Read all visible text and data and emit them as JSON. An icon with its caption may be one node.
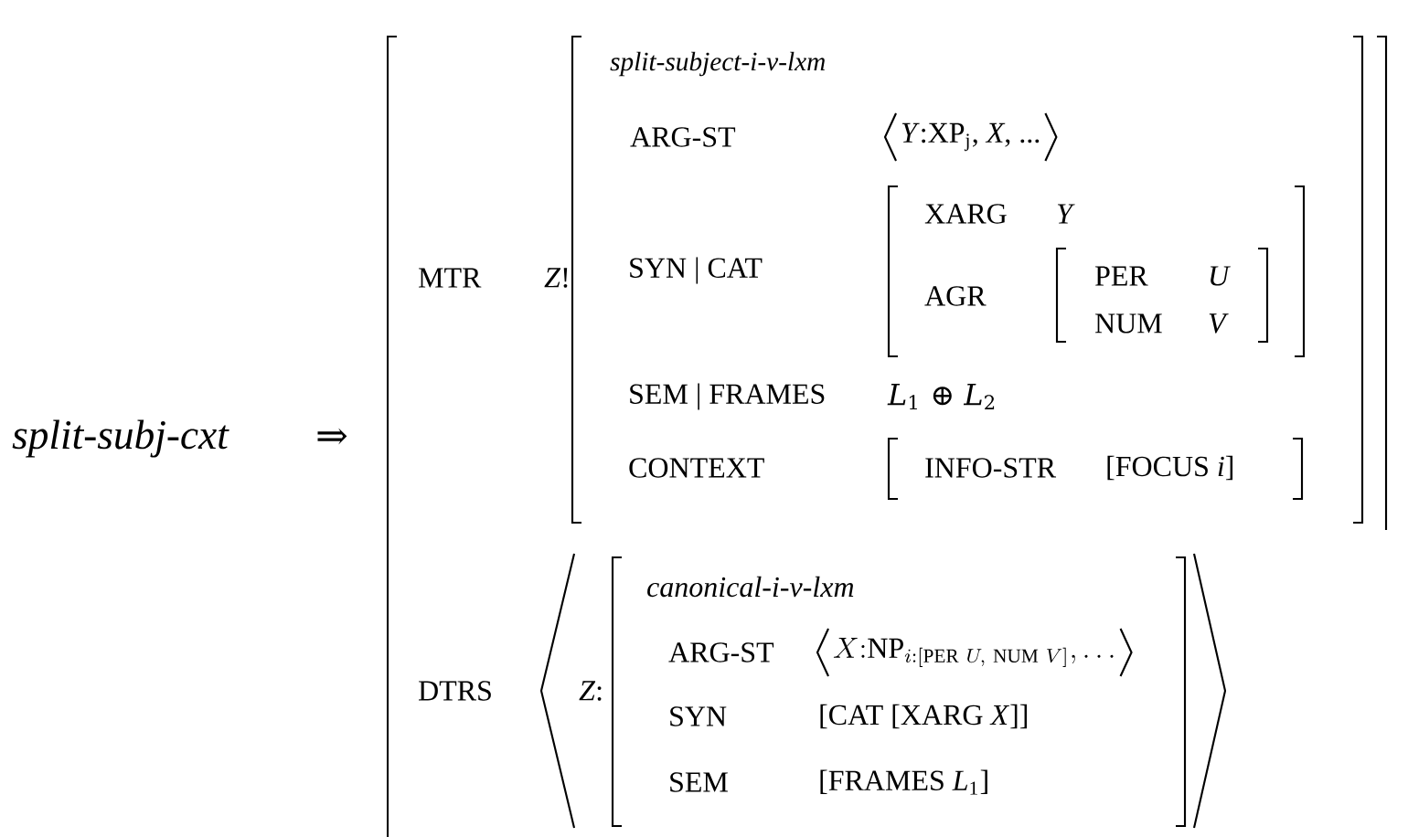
{
  "diagram": {
    "labels": [
      "split-subj-cxt",
      "⇒",
      "MTR",
      "*Z*!",
      "split-subject-i-v-lxm",
      "ARG-ST",
      "*Y*:XP$_{j}$, *X*, ...",
      "SYN | CAT",
      "XARG",
      "Y",
      "AGR",
      "PER",
      "U",
      "NUM",
      "V",
      "SEM | FRAMES",
      "*L*$_{1}$ ⊕ *L*$_{2}$",
      "CONTEXT",
      "INFO-STR",
      "[FOCUS *i*]",
      "DTRS",
      "*Z*:",
      "canonical-i-v-lxm",
      "ARG-ST",
      "X{:}\\mathrm{NP}_{i:[\\mathrm{PER}\\ U,\\ \\mathrm{NUM}\\ V]},\\ldots",
      "SYN",
      "[CAT [XARG *X*]]",
      "SEM",
      "[FRAMES *L*$_{1}$]"
    ]
  }
}
